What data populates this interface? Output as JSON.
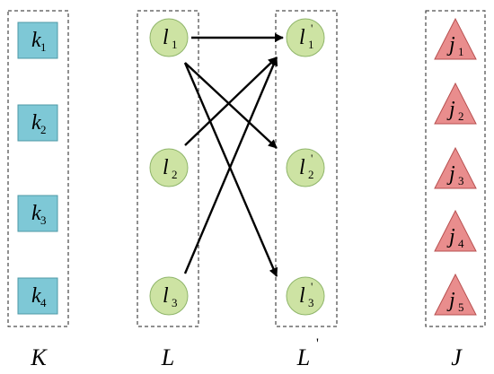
{
  "groups": {
    "K": {
      "label": "K",
      "nodes": [
        {
          "base": "k",
          "sub": "1",
          "prime": false
        },
        {
          "base": "k",
          "sub": "2",
          "prime": false
        },
        {
          "base": "k",
          "sub": "3",
          "prime": false
        },
        {
          "base": "k",
          "sub": "4",
          "prime": false
        }
      ]
    },
    "L": {
      "label": "L",
      "nodes": [
        {
          "base": "l",
          "sub": "1",
          "prime": false
        },
        {
          "base": "l",
          "sub": "2",
          "prime": false
        },
        {
          "base": "l",
          "sub": "3",
          "prime": false
        }
      ]
    },
    "Lp": {
      "label": "L",
      "label_prime": "'",
      "nodes": [
        {
          "base": "l",
          "sub": "1",
          "prime": true
        },
        {
          "base": "l",
          "sub": "2",
          "prime": true
        },
        {
          "base": "l",
          "sub": "3",
          "prime": true
        }
      ]
    },
    "J": {
      "label": "J",
      "nodes": [
        {
          "base": "j",
          "sub": "1",
          "prime": false
        },
        {
          "base": "j",
          "sub": "2",
          "prime": false
        },
        {
          "base": "j",
          "sub": "3",
          "prime": false
        },
        {
          "base": "j",
          "sub": "4",
          "prime": false
        },
        {
          "base": "j",
          "sub": "5",
          "prime": false
        }
      ]
    }
  },
  "edges": [
    {
      "from": "l1",
      "to": "l1p"
    },
    {
      "from": "l1",
      "to": "l2p"
    },
    {
      "from": "l1",
      "to": "l3p"
    },
    {
      "from": "l2",
      "to": "l1p"
    },
    {
      "from": "l3",
      "to": "l1p"
    }
  ],
  "colors": {
    "square": "#7ec8d6",
    "circle": "#cde3a3",
    "triangle": "#e98d8d",
    "edge": "#000000"
  }
}
